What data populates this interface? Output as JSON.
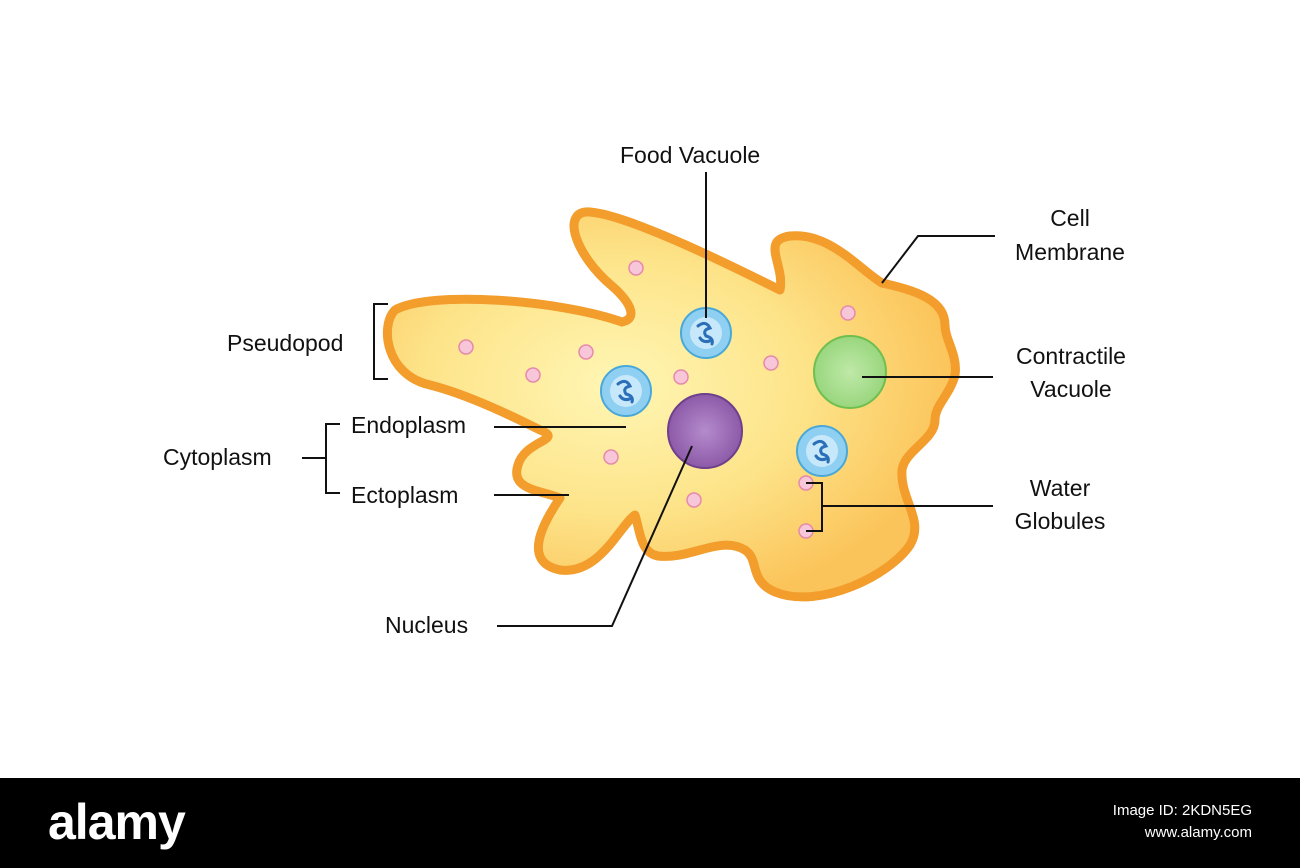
{
  "labels": {
    "food_vacuole": "Food Vacuole",
    "cell_membrane_1": "Cell",
    "cell_membrane_2": "Membrane",
    "pseudopod": "Pseudopod",
    "contractile_1": "Contractile",
    "contractile_2": "Vacuole",
    "endoplasm": "Endoplasm",
    "cytoplasm": "Cytoplasm",
    "ectoplasm": "Ectoplasm",
    "water_1": "Water",
    "water_2": "Globules",
    "nucleus": "Nucleus"
  },
  "footer": {
    "brand": "alamy",
    "image_id": "Image ID: 2KDN5EG",
    "site": "www.alamy.com"
  },
  "colors": {
    "membrane": "#f29d2c",
    "ectoplasm": "#fbc04a",
    "endoplasm": "#fff3a6",
    "nucleus": "#9b6bb5",
    "food_vacuole": "#7cc7ee",
    "contractile_vacuole": "#a6dd8a",
    "water_globule": "#f6c3d7"
  }
}
